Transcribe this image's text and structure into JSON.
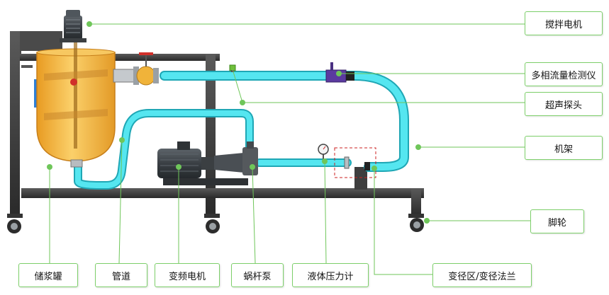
{
  "labels": {
    "motor_stir": "搅拌电机",
    "flowmeter": "多相流量检测仪",
    "ultrasonic": "超声探头",
    "frame": "机架",
    "caster": "脚轮",
    "tank": "储浆罐",
    "pipe": "管道",
    "vfd_motor": "变频电机",
    "screw_pump": "蜗杆泵",
    "pressure_gauge": "液体压力计",
    "reducer": "变径区/变径法兰"
  },
  "colors": {
    "pipe": "#55e6f0",
    "pipe_edge": "#1fa7b5",
    "frame": "#3a3a3a",
    "tank": "#f0b33a",
    "leader": "#6fc65a",
    "flowmeter": "#5b3aa0",
    "valve_red": "#d0302a"
  }
}
